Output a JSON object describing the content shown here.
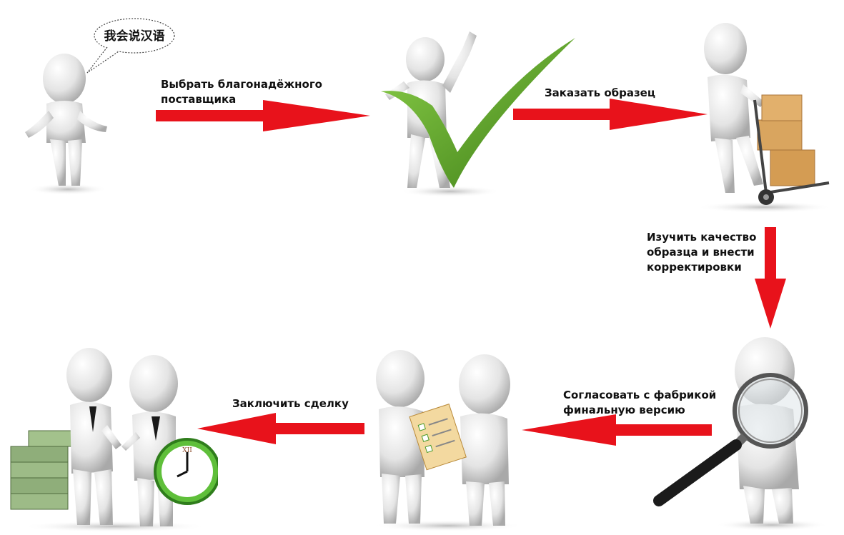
{
  "speech_bubble": {
    "text": "我会说汉语"
  },
  "steps": [
    {
      "id": "step-1",
      "label_lines": [
        "Выбрать благонадёжного",
        "поставщика"
      ]
    },
    {
      "id": "step-2",
      "label_lines": [
        "Заказать образец"
      ]
    },
    {
      "id": "step-3",
      "label_lines": [
        "Изучить качество",
        "образца и внести",
        "корректировки"
      ]
    },
    {
      "id": "step-4",
      "label_lines": [
        "Согласовать с фабрикой",
        "финальную версию"
      ]
    },
    {
      "id": "step-5",
      "label_lines": [
        "Заключить сделку"
      ]
    }
  ],
  "colors": {
    "arrow": "#e8121b",
    "figure": "#e6e6e6",
    "check": "#5da02a"
  },
  "icons": [
    "speaking-figure-icon",
    "checkmark-figure-icon",
    "hand-truck-figure-icon",
    "magnifier-figure-icon",
    "clipboard-figures-icon",
    "handshake-money-clock-icon"
  ]
}
